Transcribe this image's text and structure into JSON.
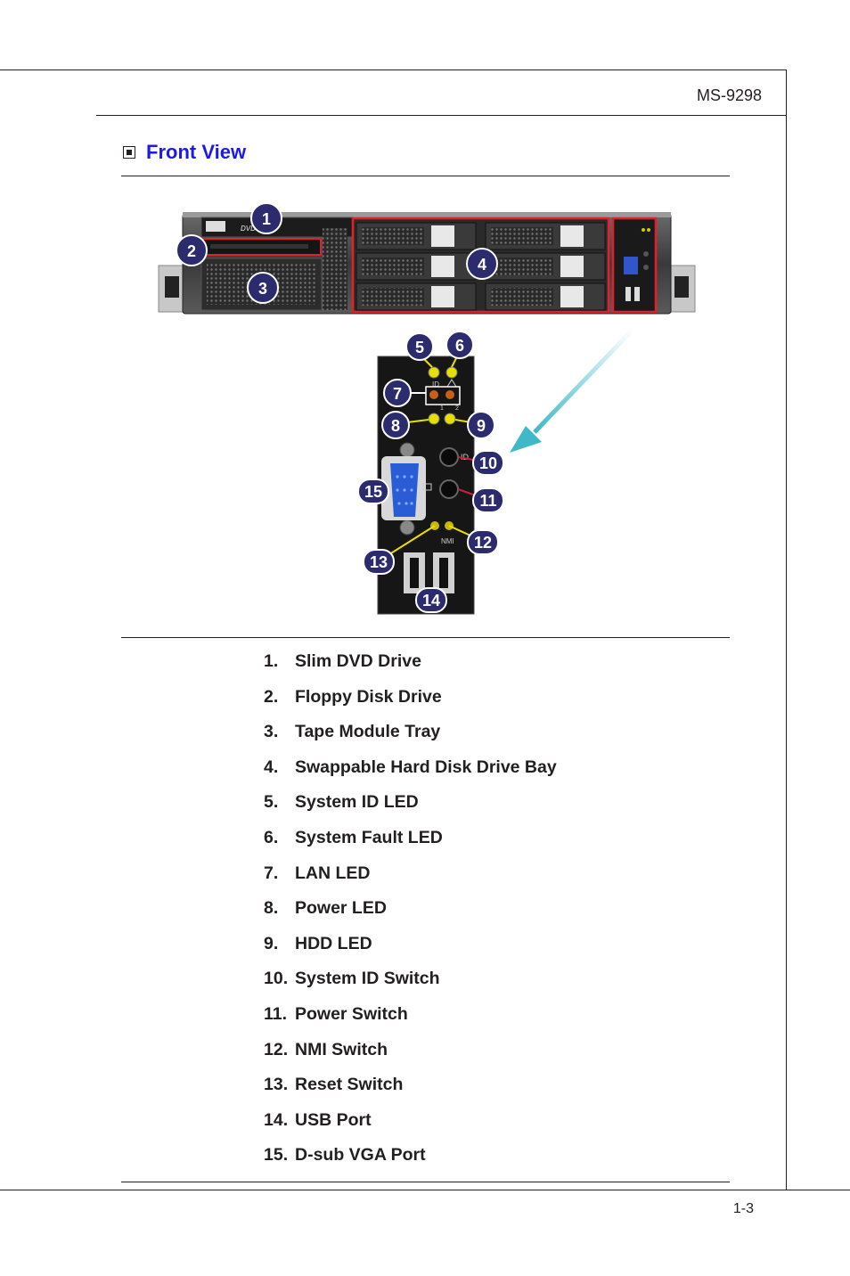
{
  "header": {
    "model": "MS-9298"
  },
  "section": {
    "title": "Front View"
  },
  "figure": {
    "callouts": [
      "1",
      "2",
      "3",
      "4",
      "5",
      "6",
      "7",
      "8",
      "9",
      "10",
      "11",
      "12",
      "13",
      "14",
      "15"
    ],
    "panel_text": {
      "id_top": "ID",
      "id_switch": "ID",
      "nmi": "NMI",
      "lan1": "1",
      "lan2": "2"
    },
    "dvd_logo": "DVD"
  },
  "components": [
    {
      "num": "1.",
      "label": "Slim DVD Drive"
    },
    {
      "num": "2.",
      "label": "Floppy Disk Drive"
    },
    {
      "num": "3.",
      "label": "Tape Module Tray"
    },
    {
      "num": "4.",
      "label": "Swappable Hard Disk Drive Bay"
    },
    {
      "num": "5.",
      "label": "System ID LED"
    },
    {
      "num": "6.",
      "label": "System Fault LED"
    },
    {
      "num": "7.",
      "label": "LAN LED"
    },
    {
      "num": "8.",
      "label": "Power LED"
    },
    {
      "num": "9.",
      "label": "HDD LED"
    },
    {
      "num": "10.",
      "label": "System ID Switch"
    },
    {
      "num": "11.",
      "label": "Power Switch"
    },
    {
      "num": "12.",
      "label": "NMI Switch"
    },
    {
      "num": "13.",
      "label": "Reset Switch"
    },
    {
      "num": "14.",
      "label": "USB Port"
    },
    {
      "num": "15.",
      "label": "D-sub VGA Port"
    }
  ],
  "footer": {
    "page": "1-3"
  },
  "colors": {
    "title": "#1a1aea",
    "callout": "#2b2b6e",
    "highlight": "#e0202a",
    "arrow": "#3fb8c8",
    "led": "#e6e000"
  }
}
